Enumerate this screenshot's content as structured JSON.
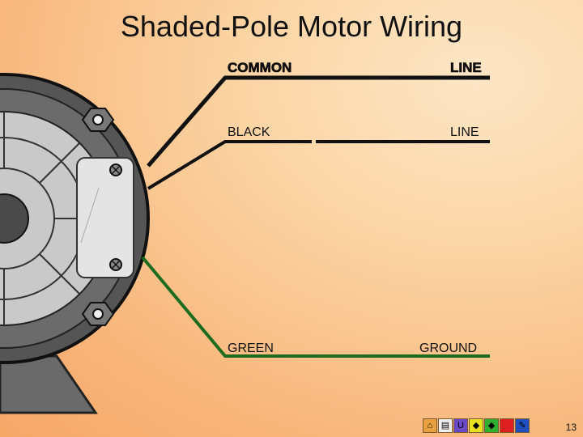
{
  "slide": {
    "title": "Shaded-Pole Motor Wiring",
    "page_number": "13"
  },
  "wires": {
    "common": {
      "left_label": "COMMON",
      "right_label": "LINE",
      "color": "#111111"
    },
    "black": {
      "left_label": "BLACK",
      "right_label": "LINE",
      "color": "#111111"
    },
    "green": {
      "left_label": "GREEN",
      "right_label": "GROUND",
      "color": "#1d6b1d"
    }
  },
  "motor": {
    "housing_color": "#5a5a5a",
    "face_color": "#c8c8c8",
    "terminal_box_color": "#e6e6e6"
  },
  "nav": {
    "buttons": [
      {
        "name": "home-icon",
        "glyph": "⌂",
        "bg": "#e8a040"
      },
      {
        "name": "document-icon",
        "glyph": "▤",
        "bg": "#f0f0f0"
      },
      {
        "name": "return-icon",
        "glyph": "U",
        "bg": "#6a4ac8"
      },
      {
        "name": "previous-icon",
        "glyph": "◆",
        "bg": "#e8e020"
      },
      {
        "name": "next-icon",
        "glyph": "◆",
        "bg": "#30b030"
      },
      {
        "name": "stop-icon",
        "glyph": "",
        "bg": "#e02020"
      },
      {
        "name": "exit-icon",
        "glyph": "✎",
        "bg": "#2050c0"
      }
    ]
  }
}
